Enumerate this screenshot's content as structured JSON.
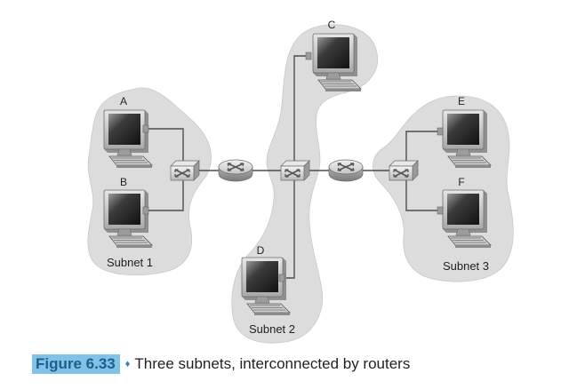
{
  "hosts": [
    {
      "id": "host-a",
      "label": "A"
    },
    {
      "id": "host-b",
      "label": "B"
    },
    {
      "id": "host-c",
      "label": "C"
    },
    {
      "id": "host-d",
      "label": "D"
    },
    {
      "id": "host-e",
      "label": "E"
    },
    {
      "id": "host-f",
      "label": "F"
    }
  ],
  "subnets": [
    {
      "id": "subnet-1",
      "label": "Subnet 1"
    },
    {
      "id": "subnet-2",
      "label": "Subnet 2"
    },
    {
      "id": "subnet-3",
      "label": "Subnet 3"
    }
  ],
  "caption": {
    "number": "Figure 6.33",
    "bullet": "♦",
    "text": "Three subnets, interconnected by routers"
  },
  "colors": {
    "subnet_fill": "#dcdcdc",
    "link": "#4d4d4d",
    "caption_highlight": "#7fc4e6",
    "caption_number": "#1f5d8e"
  }
}
